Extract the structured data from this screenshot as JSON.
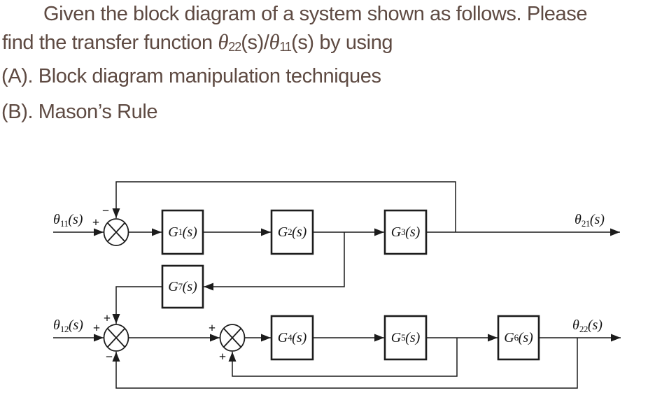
{
  "colors": {
    "background": "#ffffff",
    "problem_text": "#5e4a42",
    "diagram_ink": "#1c1c1c"
  },
  "problem": {
    "line1": "Given the block diagram of a system shown as follows. Please",
    "line2": {
      "prefix": "find the transfer function ",
      "theta1": "θ",
      "sub1": "22",
      "arg1": "(s)",
      "slash": "/",
      "theta2": "θ",
      "sub2": "11",
      "arg2": "(s)",
      "suffix": " by using"
    },
    "line3": "(A). Block diagram manipulation techniques",
    "line4": "(B). Mason’s Rule"
  },
  "diagram": {
    "blocks": [
      {
        "base": "G",
        "sub": "1",
        "arg": "(s)"
      },
      {
        "base": "G",
        "sub": "2",
        "arg": "(s)"
      },
      {
        "base": "G",
        "sub": "3",
        "arg": "(s)"
      },
      {
        "base": "G",
        "sub": "4",
        "arg": "(s)"
      },
      {
        "base": "G",
        "sub": "5",
        "arg": "(s)"
      },
      {
        "base": "G",
        "sub": "6",
        "arg": "(s)"
      },
      {
        "base": "G",
        "sub": "7",
        "arg": "(s)"
      }
    ],
    "node_labels": {
      "input_top": {
        "base": "θ",
        "sub": "11",
        "arg": "(s)"
      },
      "input_bottom": {
        "base": "θ",
        "sub": "12",
        "arg": "(s)"
      },
      "output_top": {
        "base": "θ",
        "sub": "21",
        "arg": "(s)"
      },
      "output_bottom": {
        "base": "θ",
        "sub": "22",
        "arg": "(s)"
      }
    },
    "signs": [
      {
        "text": "+"
      },
      {
        "text": "−"
      },
      {
        "text": "+"
      },
      {
        "text": "+"
      },
      {
        "text": "−"
      },
      {
        "text": "+"
      },
      {
        "text": "+"
      }
    ]
  }
}
